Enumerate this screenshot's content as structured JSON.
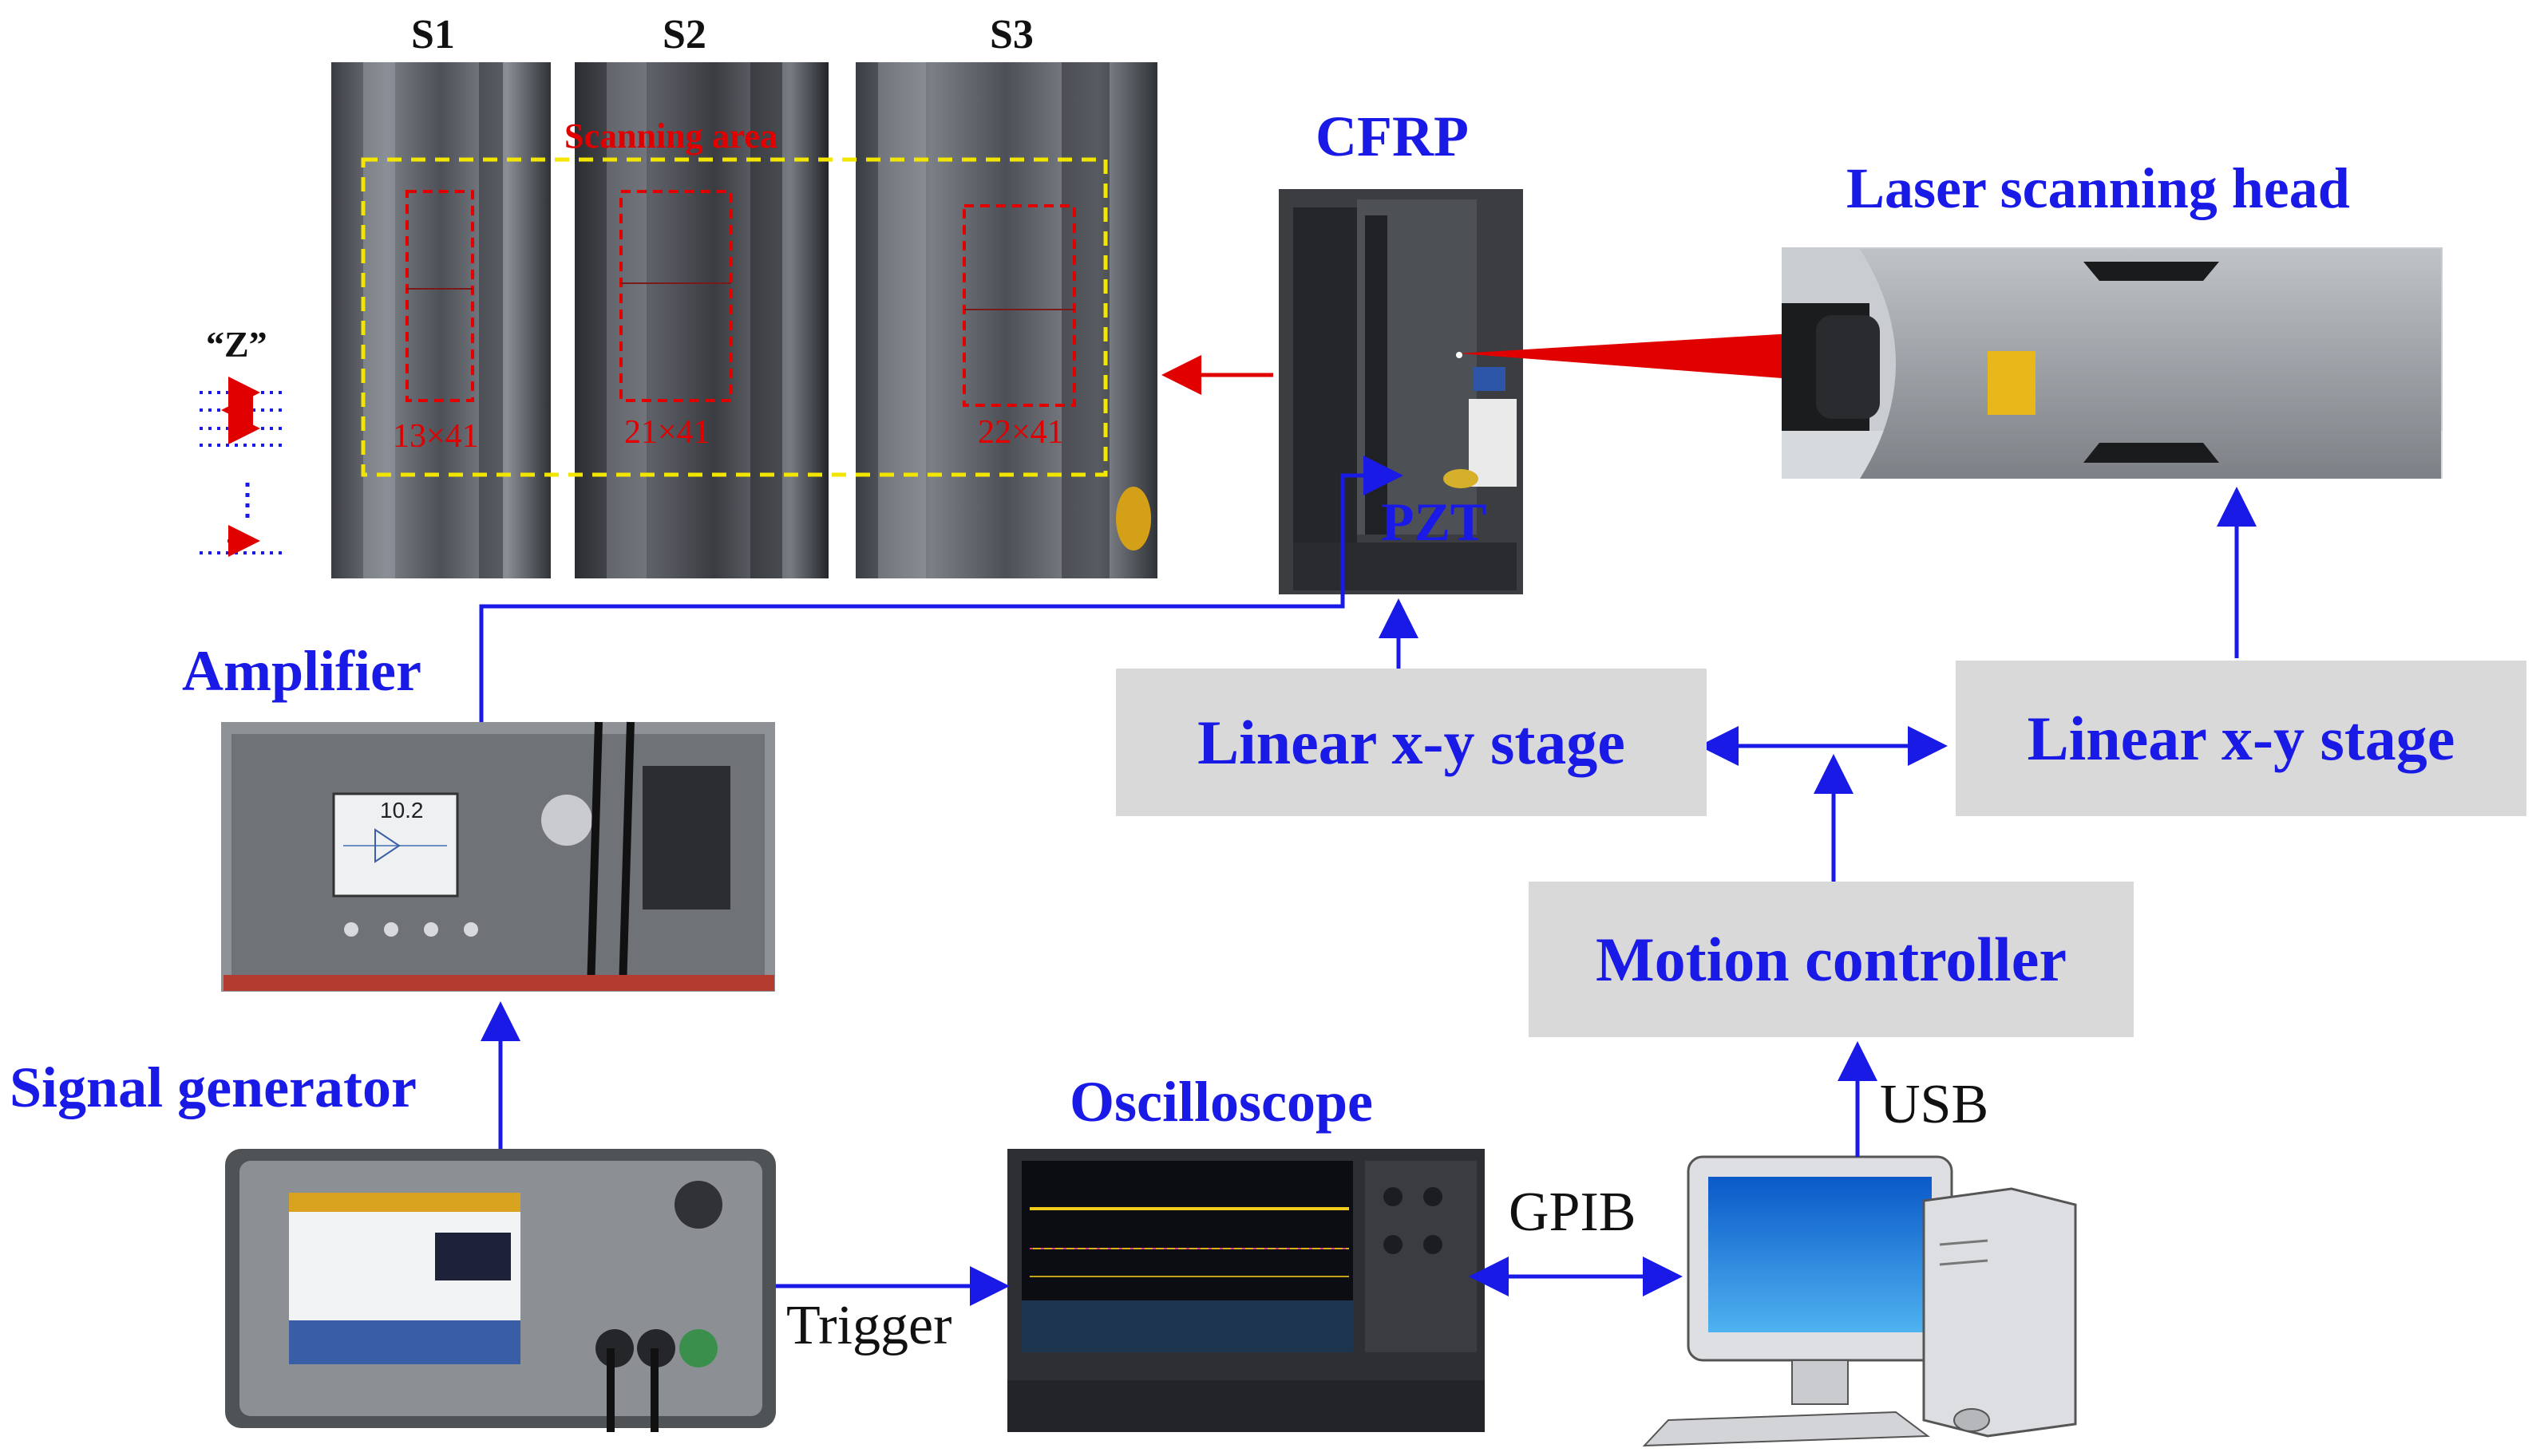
{
  "labels": {
    "s1": "S1",
    "s2": "S2",
    "s3": "S3",
    "scanning_area": "Scanning area",
    "dim_s1": "13×41",
    "dim_s2": "21×41",
    "dim_s3": "22×41",
    "z_label": "“Z”",
    "cfrp": "CFRP",
    "pzt": "PZT",
    "laser_head": "Laser scanning head",
    "amplifier": "Amplifier",
    "amp_display": "10.2",
    "signal_generator": "Signal generator",
    "oscilloscope": "Oscilloscope",
    "trigger": "Trigger",
    "gpib": "GPIB",
    "usb": "USB"
  },
  "boxes": {
    "stage_left": "Linear x-y stage",
    "stage_right": "Linear x-y stage",
    "motion_controller": "Motion controller"
  },
  "colors": {
    "arrow_blue": "#1a1ae6",
    "arrow_red": "#e00000",
    "box_gray": "#d9d9d9",
    "dashed_yellow": "#f2e600"
  }
}
